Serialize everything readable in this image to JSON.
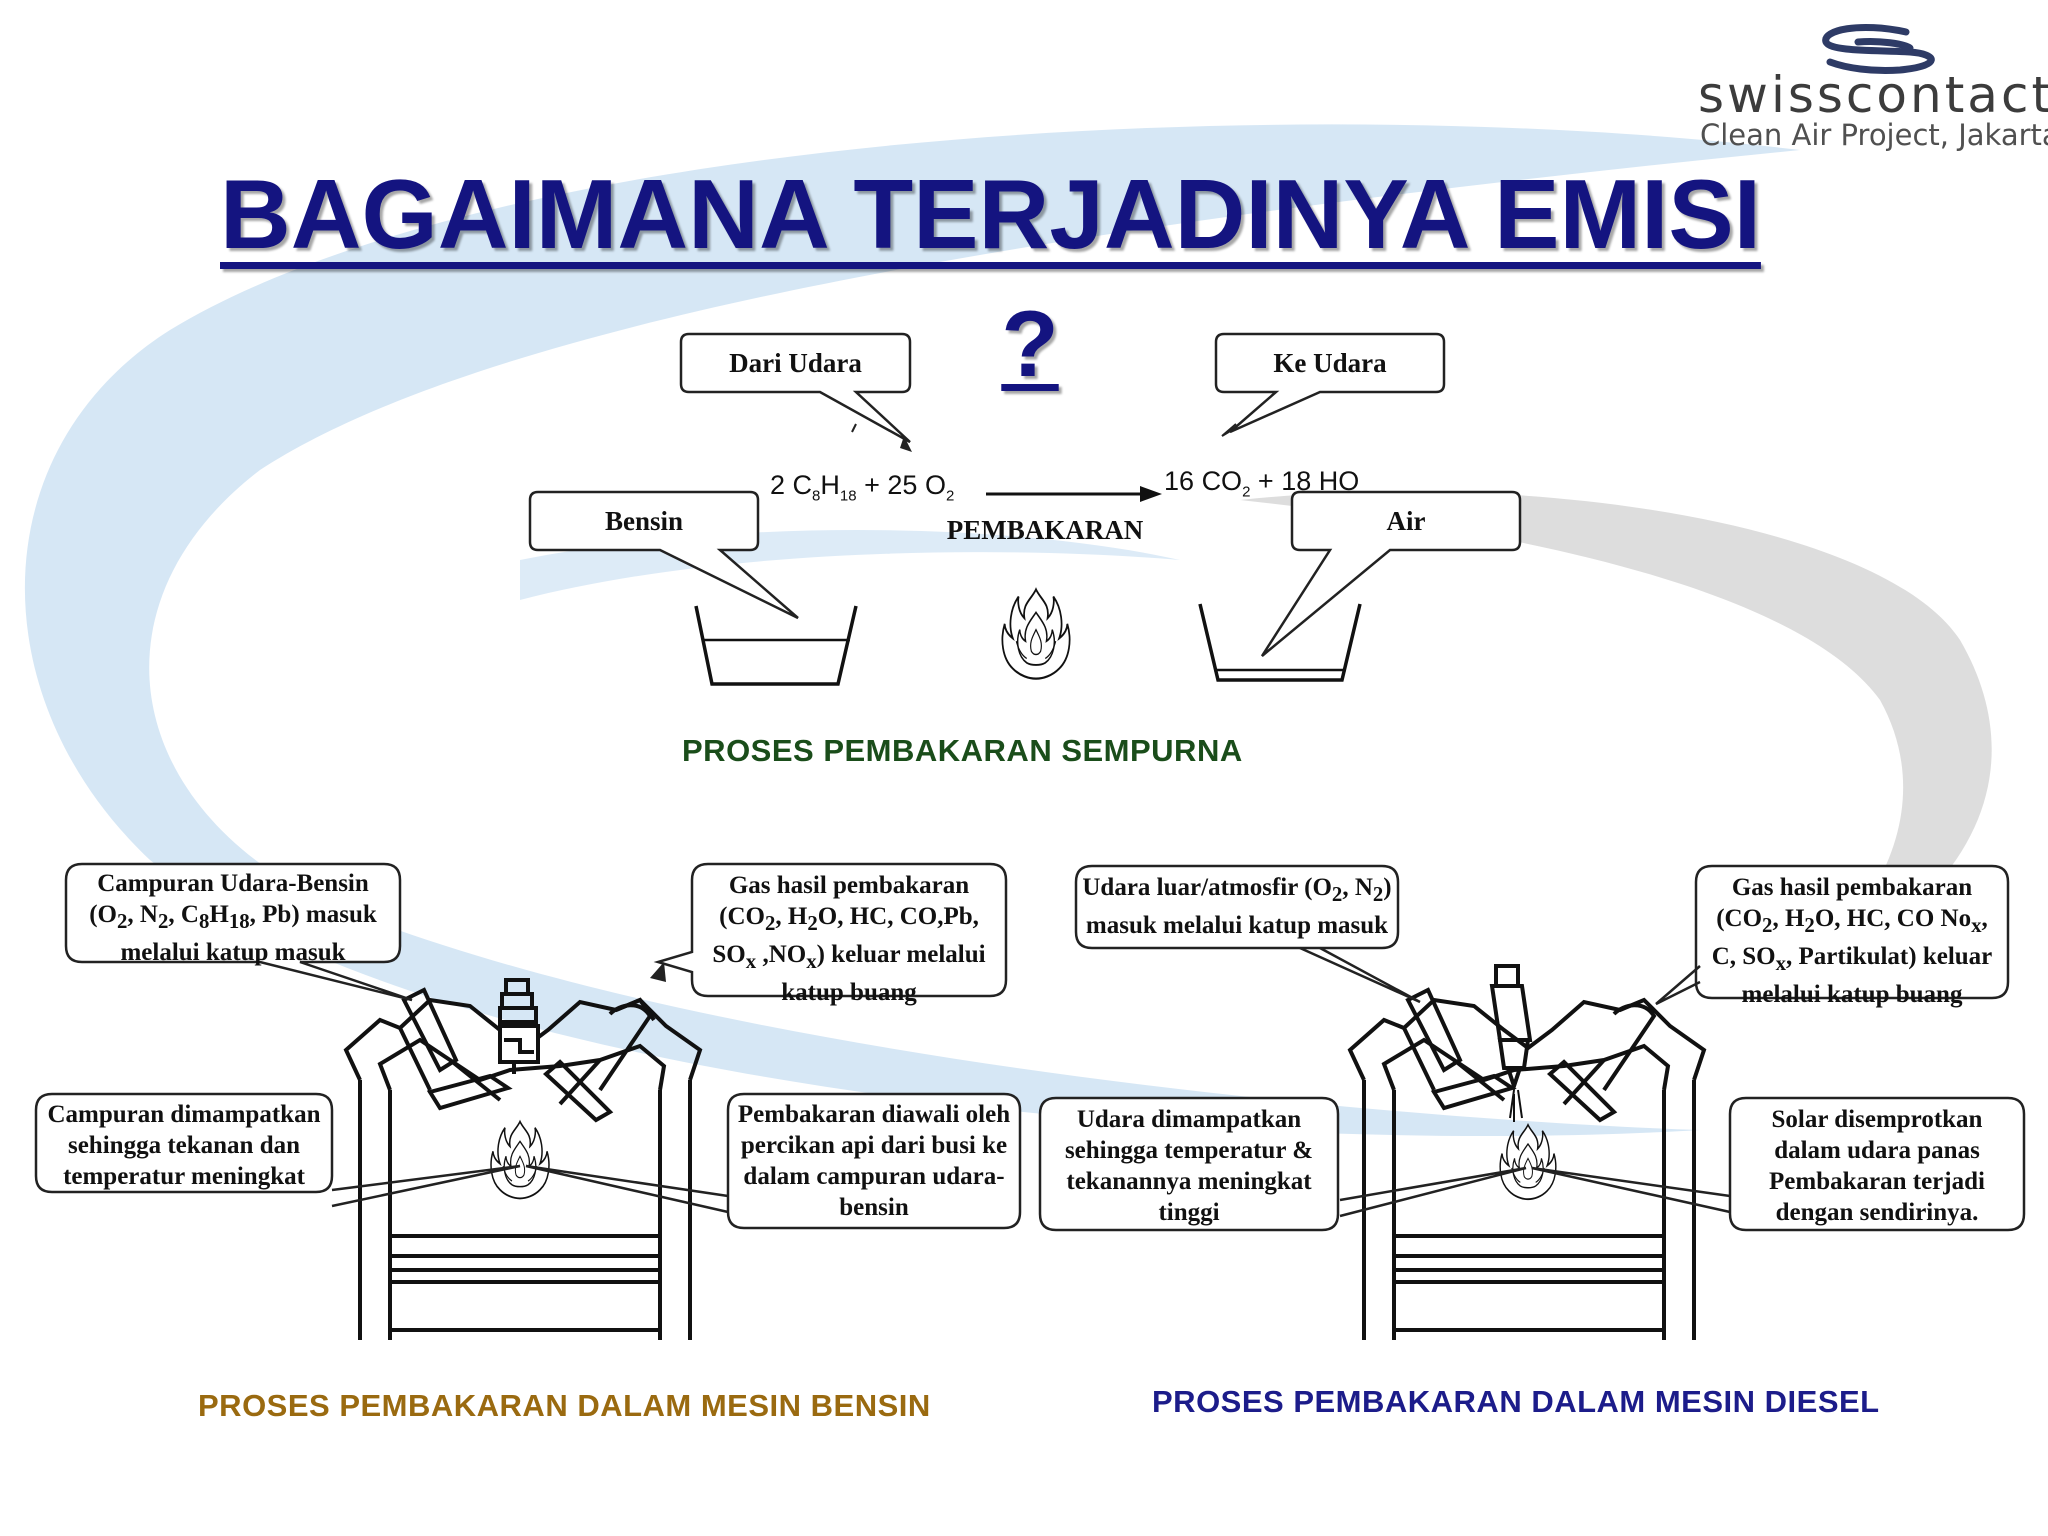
{
  "logo": {
    "wordmark": "swisscontact",
    "subtitle": "Clean Air Project, Jakarta"
  },
  "title": {
    "main": "BAGAIMANA TERJADINYA EMISI",
    "question": "?"
  },
  "combustion_overview": {
    "callout_from_air": "Dari Udara",
    "callout_to_air": "Ke Udara",
    "callout_gasoline": "Bensin",
    "callout_water": "Air",
    "reaction_label": "PEMBAKARAN",
    "reactants": {
      "coef_fuel": "2",
      "fuel_c": "C",
      "fuel_c_sub": "8",
      "fuel_h": "H",
      "fuel_h_sub": "18",
      "plus": "+",
      "coef_o2": "25",
      "o2": "O",
      "o2_sub": "2"
    },
    "products": {
      "coef_co2": "16",
      "co2": "CO",
      "co2_sub": "2",
      "plus": "+",
      "coef_h2o": "18",
      "h2o": "H",
      "h2o_sub": "",
      "h2o_o": "O"
    },
    "caption": "PROSES PEMBAKARAN SEMPURNA"
  },
  "gasoline_engine": {
    "intake_callout": {
      "l1": "Campuran Udara-Bensin",
      "l2_a": "(O",
      "l2_s1": "2",
      "l2_b": ", N",
      "l2_s2": "2",
      "l2_c": ", C",
      "l2_s3": "8",
      "l2_d": "H",
      "l2_s4": "18",
      "l2_e": ", Pb) masuk",
      "l3": "melalui katup masuk"
    },
    "exhaust_callout": {
      "l1": "Gas hasil pembakaran",
      "l2_a": "(CO",
      "l2_s1": "2",
      "l2_b": ", H",
      "l2_s2": "2",
      "l2_c": "O, HC, CO,Pb,",
      "l3_a": "SO",
      "l3_s1": "x",
      "l3_b": " ,NO",
      "l3_s2": "x",
      "l3_c": ") keluar melalui",
      "l4": "katup buang"
    },
    "compression_callout": {
      "l1": "Campuran dimampatkan",
      "l2": "sehingga tekanan dan",
      "l3": "temperatur meningkat"
    },
    "ignition_callout": {
      "l1": "Pembakaran diawali oleh",
      "l2": "percikan api dari busi ke",
      "l3": "dalam campuran udara-",
      "l4": "bensin"
    },
    "caption": "PROSES PEMBAKARAN DALAM MESIN BENSIN"
  },
  "diesel_engine": {
    "intake_callout": {
      "l1_a": "Udara luar/atmosfir (O",
      "l1_s1": "2",
      "l1_b": ", N",
      "l1_s2": "2",
      "l1_c": ")",
      "l2": "masuk melalui katup masuk"
    },
    "exhaust_callout": {
      "l1": "Gas hasil pembakaran",
      "l2_a": "(CO",
      "l2_s1": "2",
      "l2_b": ", H",
      "l2_s2": "2",
      "l2_c": "O, HC, CO No",
      "l2_s3": "x",
      "l2_d": ",",
      "l3_a": "C, SO",
      "l3_s1": "x",
      "l3_b": ", Partikulat) keluar",
      "l4": "melalui katup buang"
    },
    "compression_callout": {
      "l1": "Udara dimampatkan",
      "l2": "sehingga temperatur &",
      "l3": "tekanannya meningkat",
      "l4": "tinggi"
    },
    "injection_callout": {
      "l1": "Solar disemprotkan",
      "l2": "dalam udara panas",
      "l3": "Pembakaran terjadi",
      "l4": "dengan sendirinya."
    },
    "caption": "PROSES PEMBAKARAN DALAM MESIN DIESEL"
  },
  "colors": {
    "title": "#141480",
    "caption_overview": "#1a4d1a",
    "caption_gasoline": "#9a6a10",
    "caption_diesel": "#1c1c8a",
    "background_swoosh_blue": "#cfe3f3",
    "background_swoosh_grey": "#d9d9d9"
  }
}
